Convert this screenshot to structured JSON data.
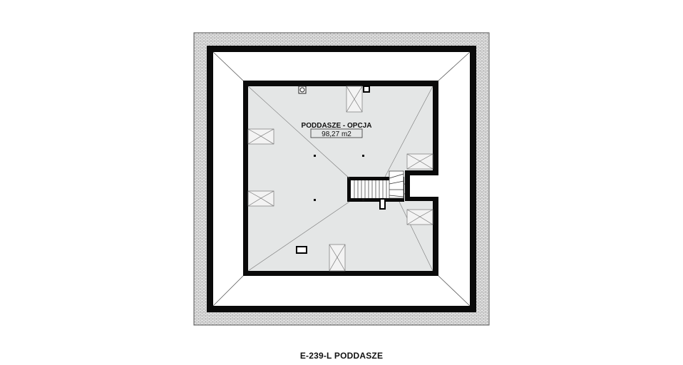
{
  "room": {
    "name": "PODDASZE - OPCJA",
    "area": "98,27 m2"
  },
  "caption": "E-239-L PODDASZE",
  "colors": {
    "wall": "#0a0a0a",
    "floor": "#e4e6e6",
    "roof_tiles": "#9a9a9a",
    "background": "#ffffff"
  }
}
